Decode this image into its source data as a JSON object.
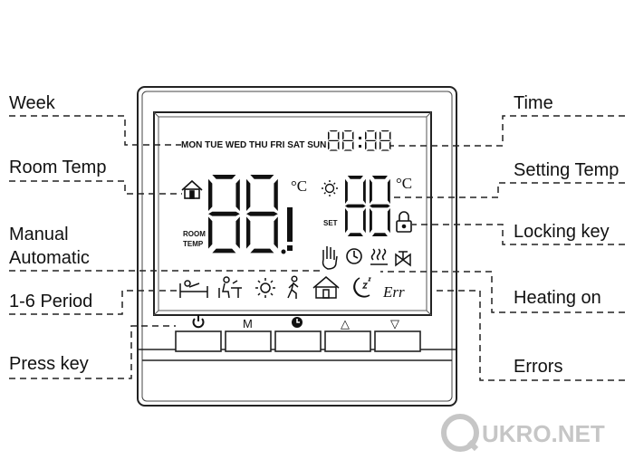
{
  "callouts": {
    "week": "Week",
    "room_temp": "Room Temp",
    "manual": "Manual",
    "automatic": "Automatic",
    "period": "1-6 Period",
    "press_key": "Press key",
    "time": "Time",
    "setting_temp": "Setting Temp",
    "locking_key": "Locking key",
    "heating_on": "Heating on",
    "errors": "Errors"
  },
  "display": {
    "weekdays": "MON TUE WED THU FRI SAT SUN",
    "time_digits": "88:88",
    "celsius": "°C",
    "set_label": "SET",
    "room_label_1": "ROOM",
    "room_label_2": "TEMP",
    "error_text": "Err"
  },
  "keys": {
    "mode_label": "M",
    "up_symbol": "△",
    "down_symbol": "▽",
    "icons": [
      "power-icon",
      "mode-label",
      "clock-icon",
      "up-triangle-icon",
      "down-triangle-icon"
    ]
  },
  "watermark": "UKRO.NET"
}
